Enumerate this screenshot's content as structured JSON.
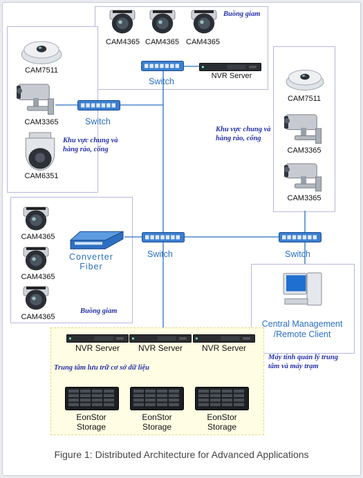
{
  "caption": "Figure 1: Distributed Architecture for Advanced Applications",
  "colors": {
    "wire": "#2a6fc4",
    "zone_border": "#b7b6de",
    "storage_zone_fill": "#fffde3",
    "vn_text": "#2630a8"
  },
  "top_zone": {
    "title": "Buồng giam",
    "cameras": [
      "CAM4365",
      "CAM4365",
      "CAM4365"
    ],
    "switch": "Switch",
    "nvr": "NVR Server"
  },
  "left_zone": {
    "cameras": [
      "CAM7511",
      "CAM3365",
      "CAM6351"
    ],
    "note": [
      "Khu vực chung và",
      "hàng rào, cổng"
    ],
    "switch": "Switch"
  },
  "right_zone": {
    "cameras": [
      "CAM7511",
      "CAM3365",
      "CAM3365"
    ],
    "note": [
      "Khu vực chung và",
      "hàng rào, cổng"
    ]
  },
  "mid_left_zone": {
    "cameras": [
      "CAM4365",
      "CAM4365",
      "CAM4365"
    ],
    "converter": [
      "Converter",
      "Fiber"
    ],
    "note": "Buồng giam"
  },
  "center_switch": "Switch",
  "right_switch": "Switch",
  "client": {
    "label": [
      "Central Management",
      "/Remote Client"
    ],
    "note": [
      "Máy tính quản lý trung",
      "tâm và máy trạm"
    ]
  },
  "storage_zone": {
    "nvrs": [
      "NVR Server",
      "NVR Server",
      "NVR Server"
    ],
    "note": "Trung tâm lưu trữ cơ sở dữ liệu",
    "storages": [
      [
        "EonStor",
        "Storage"
      ],
      [
        "EonStor",
        "Storage"
      ],
      [
        "EonStor",
        "Storage"
      ]
    ]
  }
}
